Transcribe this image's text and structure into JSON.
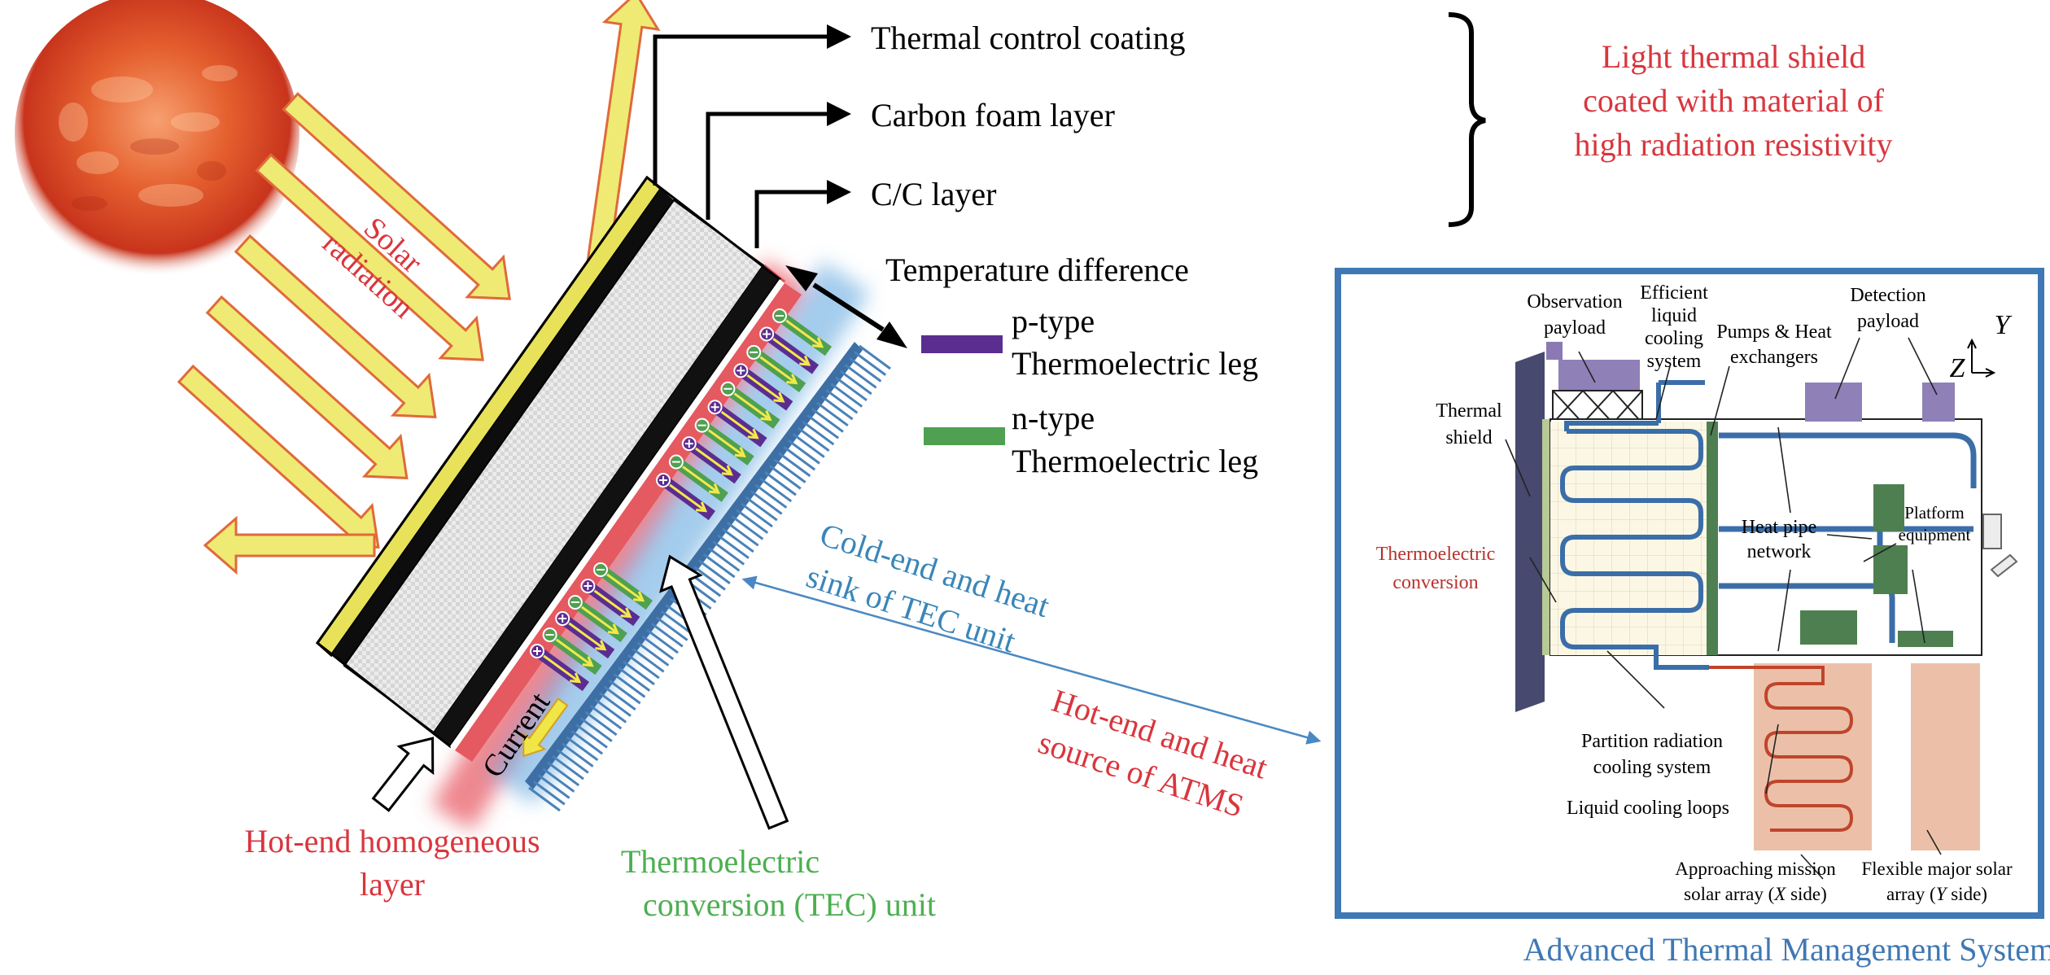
{
  "colors": {
    "red_text": "#d9363e",
    "blue_text": "#3a86b8",
    "green_text": "#4caf50",
    "atms_blue": "#3f78b4",
    "coating_yellow": "#e8e25a",
    "arrow_yellow": "#eeea6a",
    "arrow_orange": "#e07030",
    "p_type": "#5b2d91",
    "n_type": "#4fa050",
    "heat_red": "#e8646a",
    "heat_blue": "#5a9fd8"
  },
  "layers": {
    "coating": "Thermal control coating",
    "foam": "Carbon foam layer",
    "cc": "C/C layer"
  },
  "shield_note": {
    "line1": "Light thermal shield",
    "line2": "coated with material of",
    "line3": "high radiation resistivity"
  },
  "labels": {
    "temp_diff": "Temperature difference",
    "solar1": "Solar",
    "solar2": "radiation",
    "current": "Current",
    "cold1": "Cold-end and heat",
    "cold2": "sink of TEC unit",
    "hot1": "Hot-end and heat",
    "hot2": "source of ATMS",
    "hom1": "Hot-end homogeneous",
    "hom2": "layer",
    "tec1": "Thermoelectric",
    "tec2": "conversion (TEC) unit"
  },
  "legend": {
    "p1": "p-type",
    "p2": "Thermoelectric leg",
    "n1": "n-type",
    "n2": "Thermoelectric leg"
  },
  "atms": {
    "title": "Advanced Thermal Management System (ATMS)",
    "obs1": "Observation",
    "obs2": "payload",
    "eff1": "Efficient",
    "eff2": "liquid",
    "eff3": "cooling",
    "eff4": "system",
    "pump1": "Pumps & Heat",
    "pump2": "exchangers",
    "det1": "Detection",
    "det2": "payload",
    "axis_y": "Y",
    "axis_z": "Z",
    "shield1": "Thermal",
    "shield2": "shield",
    "heatpipe1": "Heat pipe",
    "heatpipe2": "network",
    "plat1": "Platform",
    "plat2": "equipment",
    "teconv1": "Thermoelectric",
    "teconv2": "conversion",
    "part1": "Partition radiation",
    "part2": "cooling system",
    "loops": "Liquid cooling loops",
    "appr1": "Approaching mission",
    "appr2a": "solar array (",
    "appr2b": "X",
    "appr2c": " side)",
    "flex1": "Flexible major solar",
    "flex2a": "array (",
    "flex2b": "Y",
    "flex2c": " side)"
  }
}
